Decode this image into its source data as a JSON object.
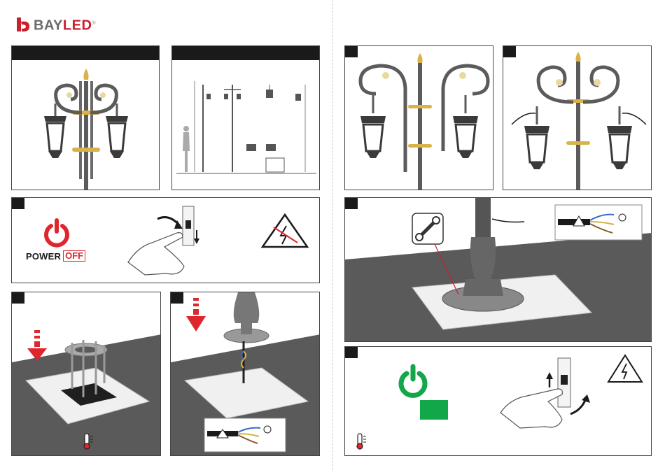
{
  "brand": {
    "name_part1": "BAY",
    "name_part2": "LED",
    "registered": "®"
  },
  "power_off": {
    "word1": "POWER",
    "word2": "OFF"
  },
  "colors": {
    "accent_red": "#e0262d",
    "accent_green": "#12a84a",
    "dark": "#1a1a1a",
    "ground_grey": "#5a5a5a",
    "brass": "#d9b24a"
  },
  "icons": [
    "power-icon-red",
    "power-icon-green",
    "electrical-hazard-warning-icon",
    "circuit-breaker-icon",
    "hand-icon",
    "thermometer-icon",
    "wrench-icon",
    "cable-wiring-icon",
    "ground-symbol-icon",
    "arrow-down-icon",
    "arrow-up-icon"
  ]
}
